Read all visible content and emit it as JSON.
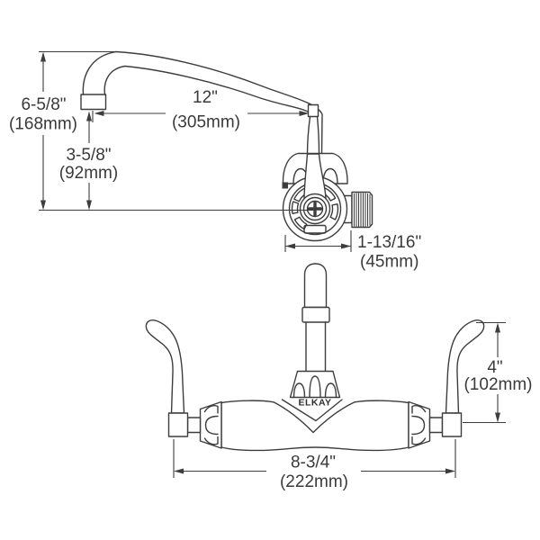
{
  "brand_label": "ELKAY",
  "colors": {
    "line": "#3d3d3d",
    "text": "#3a3a3a",
    "background": "#ffffff"
  },
  "side_view": {
    "spout_height": {
      "in": "6-5/8\"",
      "mm": "(168mm)"
    },
    "tip_to_centerline": {
      "in": "3-5/8\"",
      "mm": "(92mm)"
    },
    "spout_reach": {
      "in": "12\"",
      "mm": "(305mm)"
    },
    "valve_body_width": {
      "in": "1-13/16\"",
      "mm": "(45mm)"
    }
  },
  "front_view": {
    "handle_height": {
      "in": "4\"",
      "mm": "(102mm)"
    },
    "handle_span": {
      "in": "8-3/4\"",
      "mm": "(222mm)"
    }
  }
}
